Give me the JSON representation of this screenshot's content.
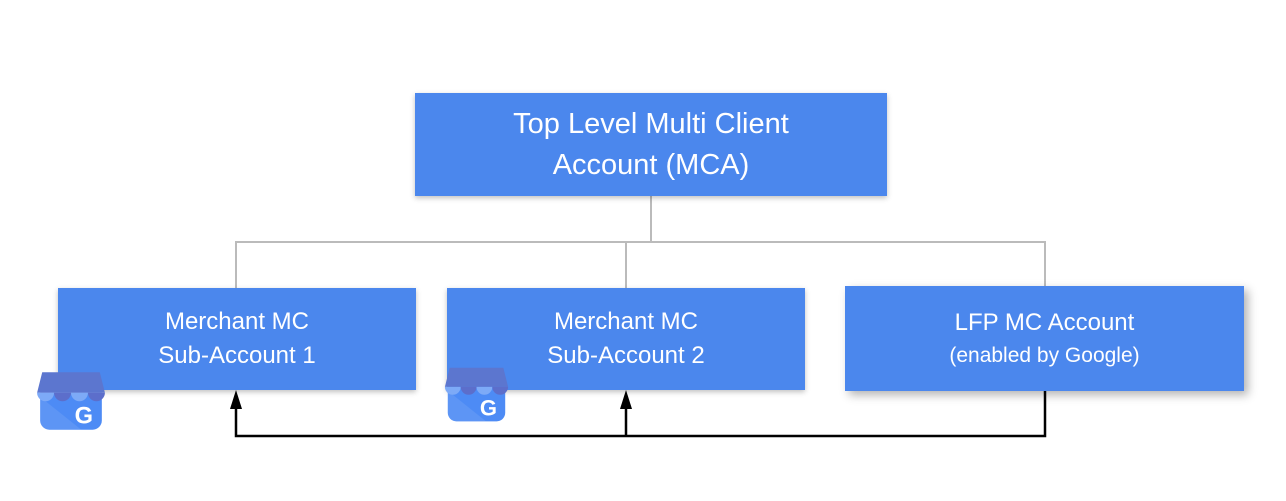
{
  "diagram": {
    "root_box": {
      "line1": "Top Level Multi Client",
      "line2": "Account (MCA)"
    },
    "child_boxes": [
      {
        "line1": "Merchant MC",
        "line2": "Sub-Account 1"
      },
      {
        "line1": "Merchant MC",
        "line2": "Sub-Account 2"
      },
      {
        "line1": "LFP MC Account",
        "line2": "(enabled by Google)"
      }
    ],
    "icons": [
      {
        "name": "google-my-business-icon",
        "letter": "G"
      },
      {
        "name": "google-my-business-icon",
        "letter": "G"
      }
    ],
    "colors": {
      "page_bg": "#ffffff",
      "box_fill": "#4b87ed",
      "box_text": "#ffffff",
      "tree_line": "#bbbbbb",
      "arrow_line": "#000000",
      "gmb_body": "#4d8bf5",
      "gmb_light_scallop": "#7daaf7",
      "gmb_dark_scallop": "#5c6ecb",
      "gmb_awning_band": "#5c76cf"
    }
  }
}
